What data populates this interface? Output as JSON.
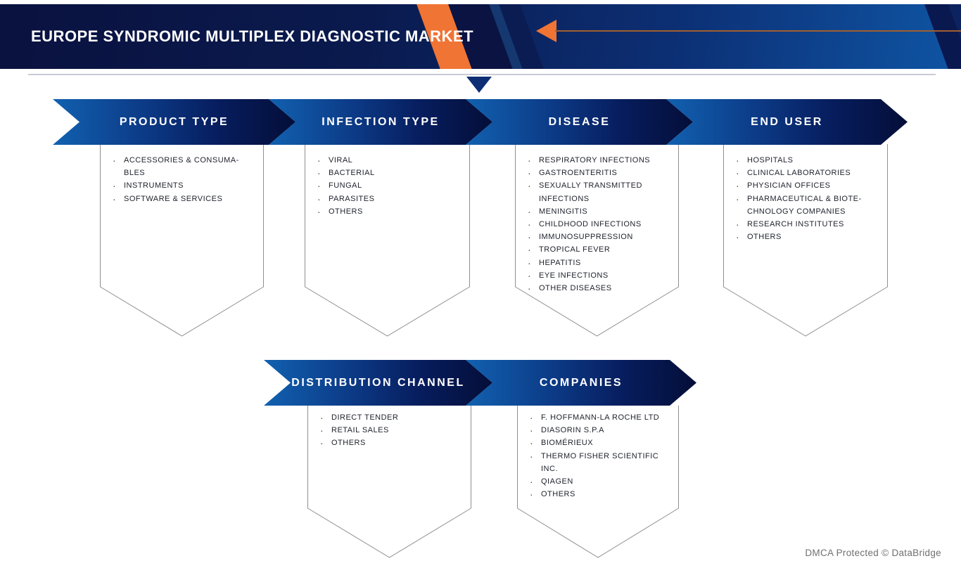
{
  "header": {
    "title": "EUROPE SYNDROMIC MULTIPLEX DIAGNOSTIC MARKET"
  },
  "watermark": "DMCA Protected © DataBridge",
  "colors": {
    "accent_orange": "#f07434",
    "ribbon_blue": "#1161b0",
    "ribbon_navy": "#040e38",
    "header_navy": "#0a123f",
    "header_blue": "#0f55a4",
    "arrow_line_brown": "#a05f30",
    "outline_gray": "#8f8f94",
    "text_dark": "#20242e"
  },
  "segments": [
    {
      "id": "product-type",
      "label": "PRODUCT TYPE",
      "items": [
        "ACCESSORIES & CONSUMA-BLES",
        "INSTRUMENTS",
        "SOFTWARE & SERVICES"
      ]
    },
    {
      "id": "infection-type",
      "label": "INFECTION TYPE",
      "items": [
        "VIRAL",
        "BACTERIAL",
        "FUNGAL",
        "PARASITES",
        "OTHERS"
      ]
    },
    {
      "id": "disease",
      "label": "DISEASE",
      "items": [
        "RESPIRATORY INFECTIONS",
        "GASTROENTERITIS",
        "SEXUALLY TRANSMITTED INFECTIONS",
        "MENINGITIS",
        "CHILDHOOD INFECTIONS",
        "IMMUNOSUPPRESSION",
        "TROPICAL FEVER",
        "HEPATITIS",
        "EYE INFECTIONS",
        "OTHER DISEASES"
      ]
    },
    {
      "id": "end-user",
      "label": "END USER",
      "items": [
        "HOSPITALS",
        "CLINICAL LABORATORIES",
        "PHYSICIAN OFFICES",
        "PHARMACEUTICAL & BIOTE-CHNOLOGY COMPANIES",
        "RESEARCH INSTITUTES",
        "OTHERS"
      ]
    },
    {
      "id": "distribution-channel",
      "label": "DISTRIBUTION CHANNEL",
      "items": [
        "DIRECT TENDER",
        "RETAIL SALES",
        "OTHERS"
      ]
    },
    {
      "id": "companies",
      "label": "COMPANIES",
      "items": [
        "F. HOFFMANN-LA ROCHE LTD",
        "DIASORIN S.P.A",
        "BIOMÉRIEUX",
        "THERMO FISHER SCIENTIFIC INC.",
        "QIAGEN",
        "OTHERS"
      ]
    }
  ]
}
